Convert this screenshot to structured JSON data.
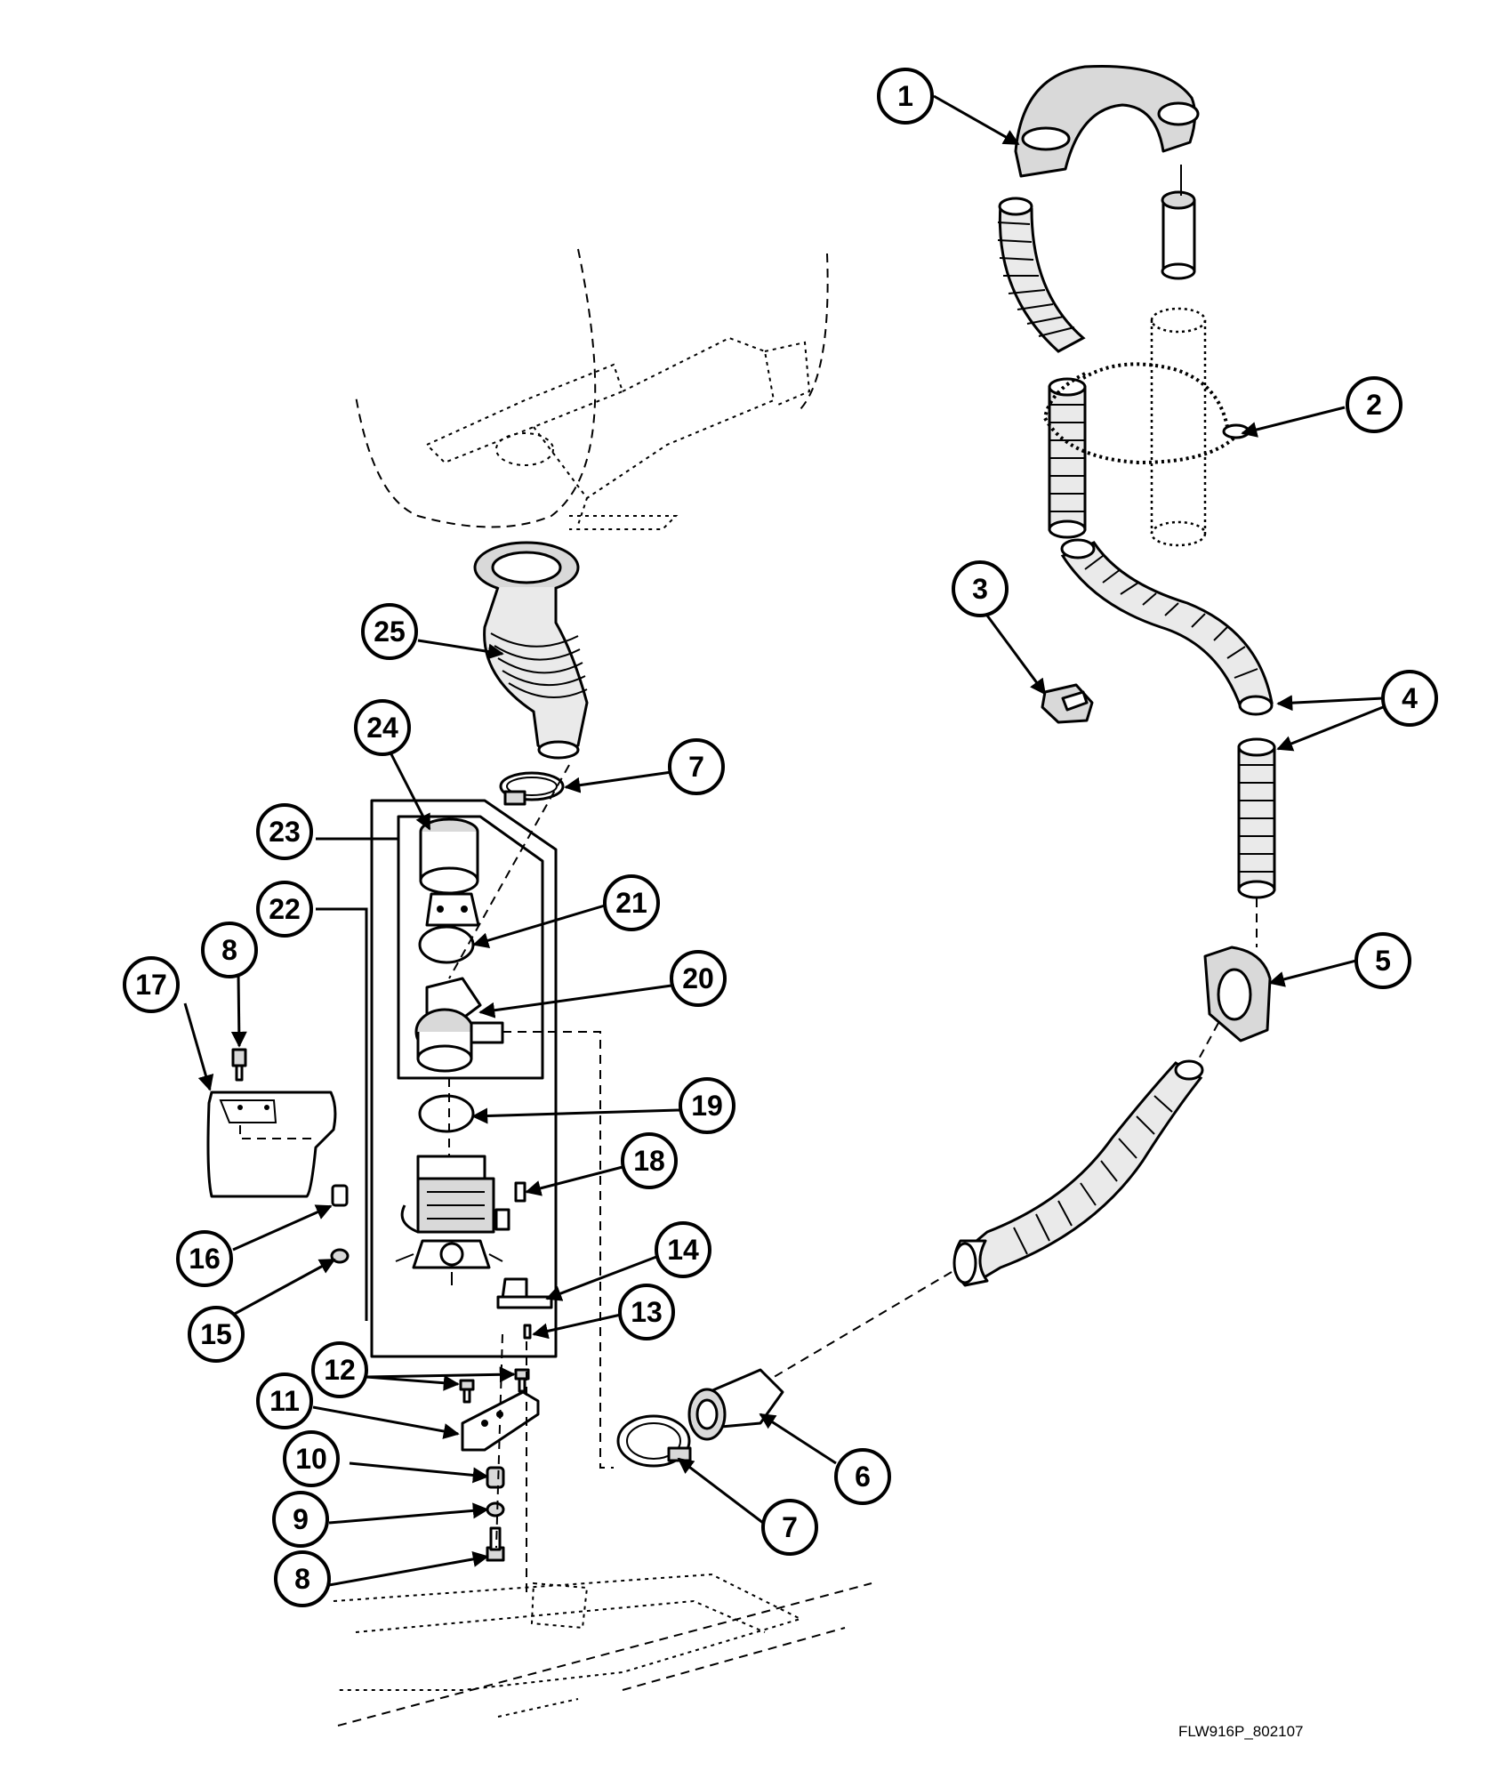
{
  "figure_id": "FLW916P_802107",
  "callouts": [
    {
      "id": "c1",
      "label": "1"
    },
    {
      "id": "c2",
      "label": "2"
    },
    {
      "id": "c3",
      "label": "3"
    },
    {
      "id": "c4",
      "label": "4"
    },
    {
      "id": "c5",
      "label": "5"
    },
    {
      "id": "c6",
      "label": "6"
    },
    {
      "id": "c7a",
      "label": "7"
    },
    {
      "id": "c7b",
      "label": "7"
    },
    {
      "id": "c8a",
      "label": "8"
    },
    {
      "id": "c8b",
      "label": "8"
    },
    {
      "id": "c9",
      "label": "9"
    },
    {
      "id": "c10",
      "label": "10"
    },
    {
      "id": "c11",
      "label": "11"
    },
    {
      "id": "c12",
      "label": "12"
    },
    {
      "id": "c13",
      "label": "13"
    },
    {
      "id": "c14",
      "label": "14"
    },
    {
      "id": "c15",
      "label": "15"
    },
    {
      "id": "c16",
      "label": "16"
    },
    {
      "id": "c17",
      "label": "17"
    },
    {
      "id": "c18",
      "label": "18"
    },
    {
      "id": "c19",
      "label": "19"
    },
    {
      "id": "c20",
      "label": "20"
    },
    {
      "id": "c21",
      "label": "21"
    },
    {
      "id": "c22",
      "label": "22"
    },
    {
      "id": "c23",
      "label": "23"
    },
    {
      "id": "c24",
      "label": "24"
    },
    {
      "id": "c25",
      "label": "25"
    }
  ]
}
